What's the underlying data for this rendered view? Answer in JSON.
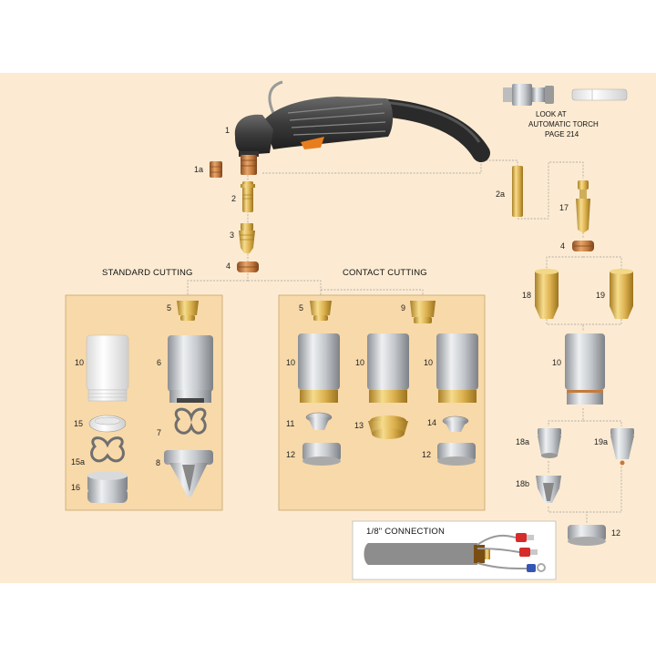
{
  "sections": {
    "standard": "STANDARD CUTTING",
    "contact": "CONTACT CUTTING",
    "connection": "1/8\" CONNECTION"
  },
  "note": {
    "line1": "LOOK AT",
    "line2": "AUTOMATIC TORCH",
    "line3": "PAGE 214"
  },
  "parts": {
    "p1": "1",
    "p1a": "1a",
    "p2": "2",
    "p2a": "2a",
    "p3": "3",
    "p4": "4",
    "p5": "5",
    "p6": "6",
    "p7": "7",
    "p8": "8",
    "p9": "9",
    "p10": "10",
    "p11": "11",
    "p12": "12",
    "p13": "13",
    "p14": "14",
    "p15": "15",
    "p15a": "15a",
    "p16": "16",
    "p17": "17",
    "p18": "18",
    "p18a": "18a",
    "p18b": "18b",
    "p19": "19",
    "p19a": "19a"
  },
  "colors": {
    "background": "#fcebd2",
    "panel": "#f8d9a9",
    "brass": "#d8ad4e",
    "copper": "#c57a3c",
    "steel": "#bfc3c7"
  }
}
